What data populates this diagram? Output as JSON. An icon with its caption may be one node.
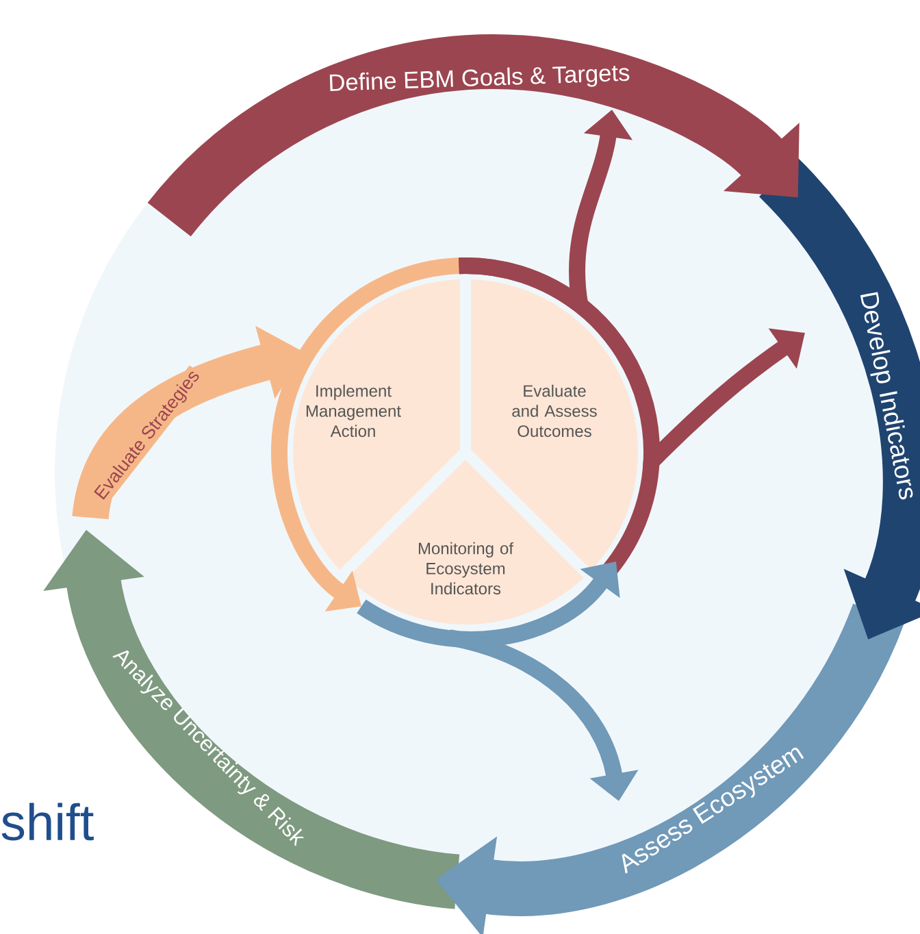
{
  "diagram": {
    "nodes": [
      {
        "text": [
          "Define EBM Goals & Targets"
        ]
      },
      {
        "text": [
          "Develop Indicators"
        ]
      },
      {
        "text": [
          "Assess Ecosystem"
        ]
      },
      {
        "text": [
          "Analyze Uncertainty & Risk"
        ]
      },
      {
        "text": [
          "Implement Management Action"
        ]
      },
      {
        "text": [
          "Evaluate and Assess Outcomes"
        ]
      },
      {
        "text": [
          "Monitoring of Ecosystem Indicators"
        ]
      }
    ],
    "edges": [
      {
        "from": 3,
        "to": 4,
        "arrow": "to",
        "label": "Evaluate Strategies",
        "style": "thick",
        "color": "#f6b788"
      },
      {
        "from": 4,
        "to": 6,
        "arrow": "to",
        "color": "#f6b788"
      },
      {
        "from": 6,
        "to": 5,
        "arrow": "to",
        "color": "#7199b8"
      },
      {
        "from": 6,
        "to": 2,
        "arrow": "to",
        "color": "#7199b8"
      },
      {
        "from": 5,
        "to": 0,
        "arrow": "to",
        "color": "#9b4550"
      },
      {
        "from": 5,
        "to": 1,
        "arrow": "to",
        "color": "#9b4550"
      }
    ],
    "labels": [
      "shift"
    ]
  }
}
